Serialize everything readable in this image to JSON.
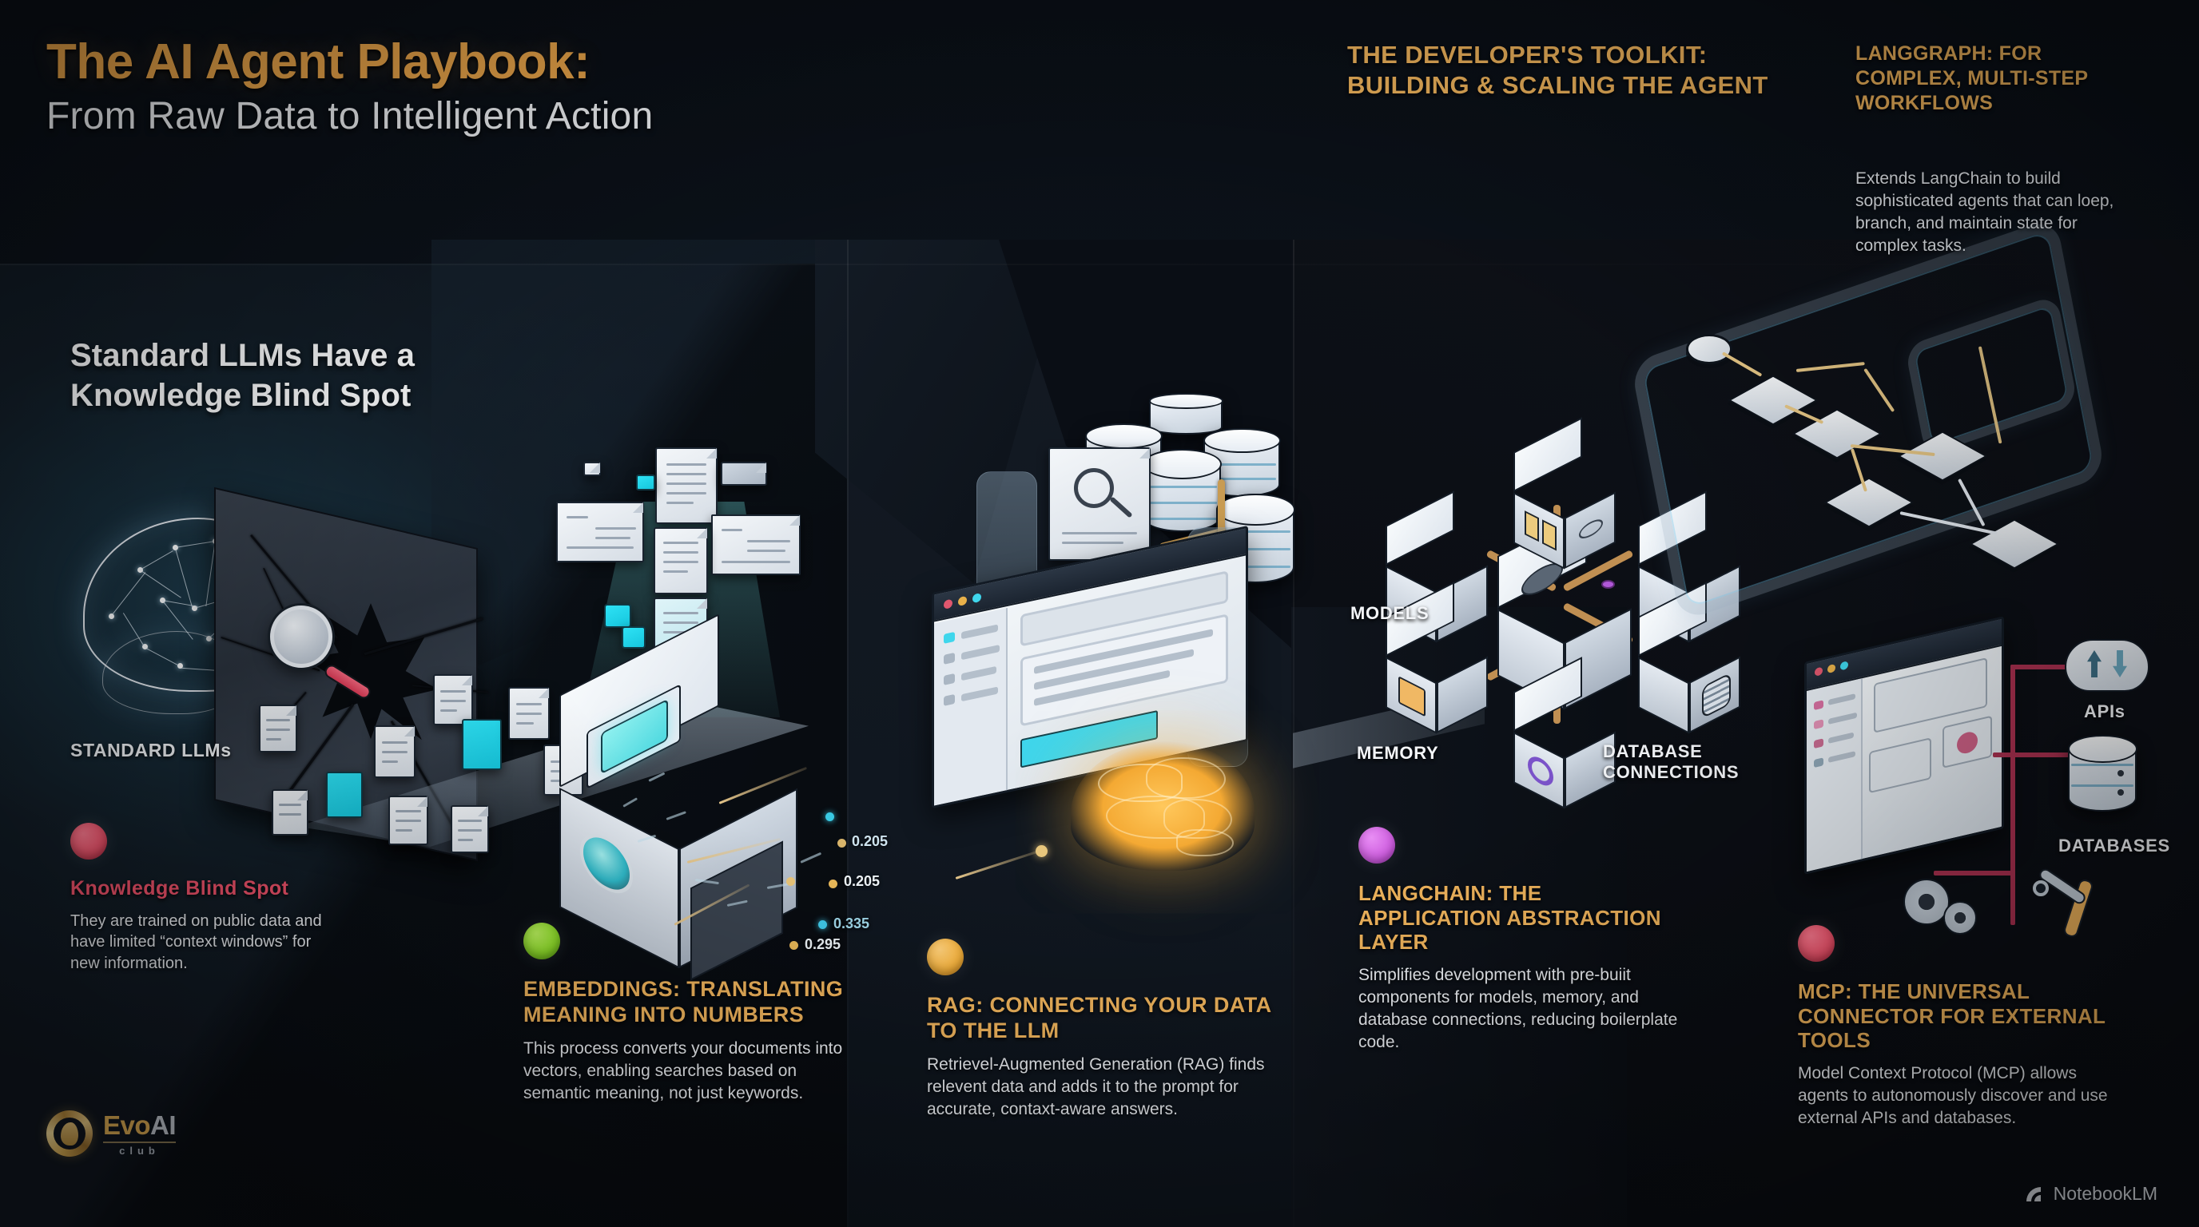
{
  "header": {
    "title": "The AI Agent Playbook:",
    "subtitle": "From Raw Data to Intelligent Action",
    "toolkit_heading": "THE DEVELOPER'S TOOLKIT: BUILDING & SCALING THE AGENT",
    "langgraph_heading": "LANGGRAPH: FOR COMPLEX, MULTI-STEP WORKFLOWS",
    "langgraph_body": "Extends LangChain to build sophisticated agents that can loep, branch, and maintain state for complex tasks."
  },
  "section_llm": {
    "heading": "Standard LLMs Have a Knowledge Blind Spot",
    "diagram_label": "STANDARD LLMs",
    "dot_color": "#f4536c",
    "caption_title": "Knowledge Blind Spot",
    "caption_body": "They are trained on public data and have limited “context windows” for new information."
  },
  "section_embeddings": {
    "dot_color": "#8ede28",
    "caption_title": "EMBEDDINGS: TRANSLATING MEANING INTO NUMBERS",
    "caption_body": "This process converts your documents into vectors, enabling searches based on semantic meaning, not just keywords.",
    "vector_values": [
      "0.205",
      "0.205",
      "0.335",
      "0.295"
    ]
  },
  "section_rag": {
    "dot_color": "#f9b53e",
    "caption_title": "RAG: CONNECTING YOUR DATA TO THE LLM",
    "caption_body": "Retrievel-Augmented Generation (RAG) finds relevent data and adds it to the prompt for accurate, contaxt-aware answers."
  },
  "section_langchain": {
    "dot_color": "#cf5fe0",
    "caption_title": "LANGCHAIN: THE APPLICATION ABSTRACTION LAYER",
    "caption_body": "Simplifies development with pre-buiit components for models, memory, and database connections, reducing boilerplate code.",
    "node_labels": [
      "MODELS",
      "MEMORY",
      "DATABASE CONNECTIONS"
    ]
  },
  "section_mcp": {
    "dot_color": "#f4536c",
    "caption_title": "MCP: THE UNIVERSAL CONNECTOR FOR EXTERNAL TOOLS",
    "caption_body": "Model Context Protocol (MCP) allows agents to autonomously discover and use external APIs and databases.",
    "tool_labels": [
      "APIs",
      "DATABASES"
    ]
  },
  "branding": {
    "logo_primary": "Evo",
    "logo_secondary": "AI",
    "logo_tagline": "club",
    "watermark": "NotebookLM"
  },
  "palette": {
    "accent_gold": "#f0b45c",
    "title_gold": "#f0a94b",
    "red": "#f4536c",
    "green": "#8ede28",
    "orange": "#f9b53e",
    "magenta": "#cf5fe0",
    "cyan": "#2ee2f5",
    "bg": "#0d1219"
  }
}
